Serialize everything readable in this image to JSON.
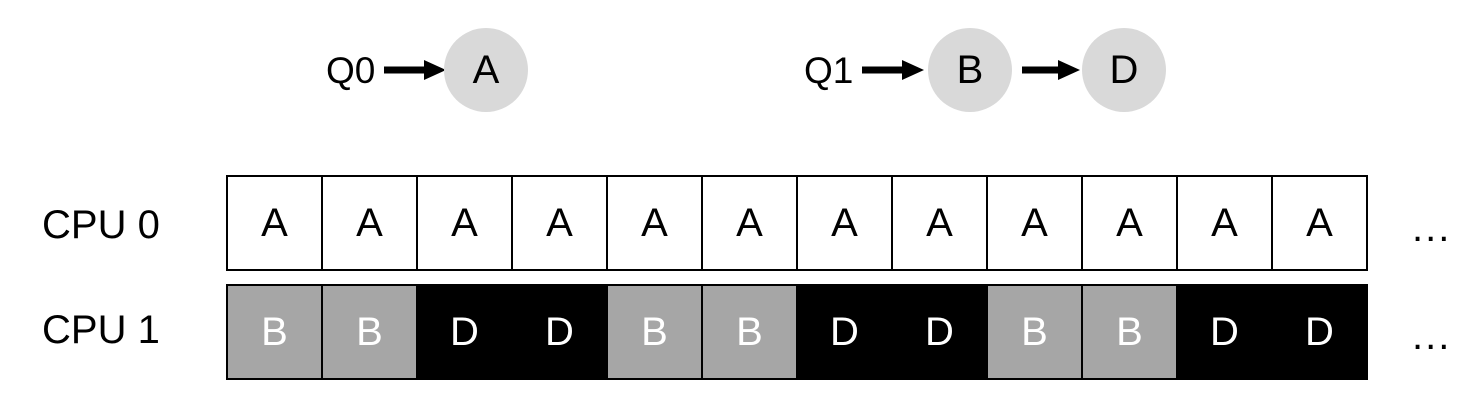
{
  "figure": {
    "description": "Two run-queues and the resulting per-CPU timeline schedule"
  },
  "queues": [
    {
      "label": "Q0",
      "nodes": [
        "A"
      ]
    },
    {
      "label": "Q1",
      "nodes": [
        "B",
        "D"
      ]
    }
  ],
  "timeline": {
    "rows": [
      {
        "label": "CPU 0",
        "cells": [
          {
            "text": "A",
            "style": "white"
          },
          {
            "text": "A",
            "style": "white"
          },
          {
            "text": "A",
            "style": "white"
          },
          {
            "text": "A",
            "style": "white"
          },
          {
            "text": "A",
            "style": "white"
          },
          {
            "text": "A",
            "style": "white"
          },
          {
            "text": "A",
            "style": "white"
          },
          {
            "text": "A",
            "style": "white"
          },
          {
            "text": "A",
            "style": "white"
          },
          {
            "text": "A",
            "style": "white"
          },
          {
            "text": "A",
            "style": "white"
          },
          {
            "text": "A",
            "style": "white"
          }
        ],
        "continuation": "..."
      },
      {
        "label": "CPU 1",
        "cells": [
          {
            "text": "B",
            "style": "gray"
          },
          {
            "text": "B",
            "style": "gray"
          },
          {
            "text": "D",
            "style": "black"
          },
          {
            "text": "D",
            "style": "black"
          },
          {
            "text": "B",
            "style": "gray"
          },
          {
            "text": "B",
            "style": "gray"
          },
          {
            "text": "D",
            "style": "black"
          },
          {
            "text": "D",
            "style": "black"
          },
          {
            "text": "B",
            "style": "gray"
          },
          {
            "text": "B",
            "style": "gray"
          },
          {
            "text": "D",
            "style": "black"
          },
          {
            "text": "D",
            "style": "black"
          }
        ],
        "continuation": "..."
      }
    ]
  },
  "colors": {
    "queue_node_fill": "#d9d9d9",
    "cell_gray_fill": "#a6a6a6",
    "cell_black_fill": "#000000",
    "cell_white_fill": "#ffffff",
    "stroke": "#000000"
  }
}
